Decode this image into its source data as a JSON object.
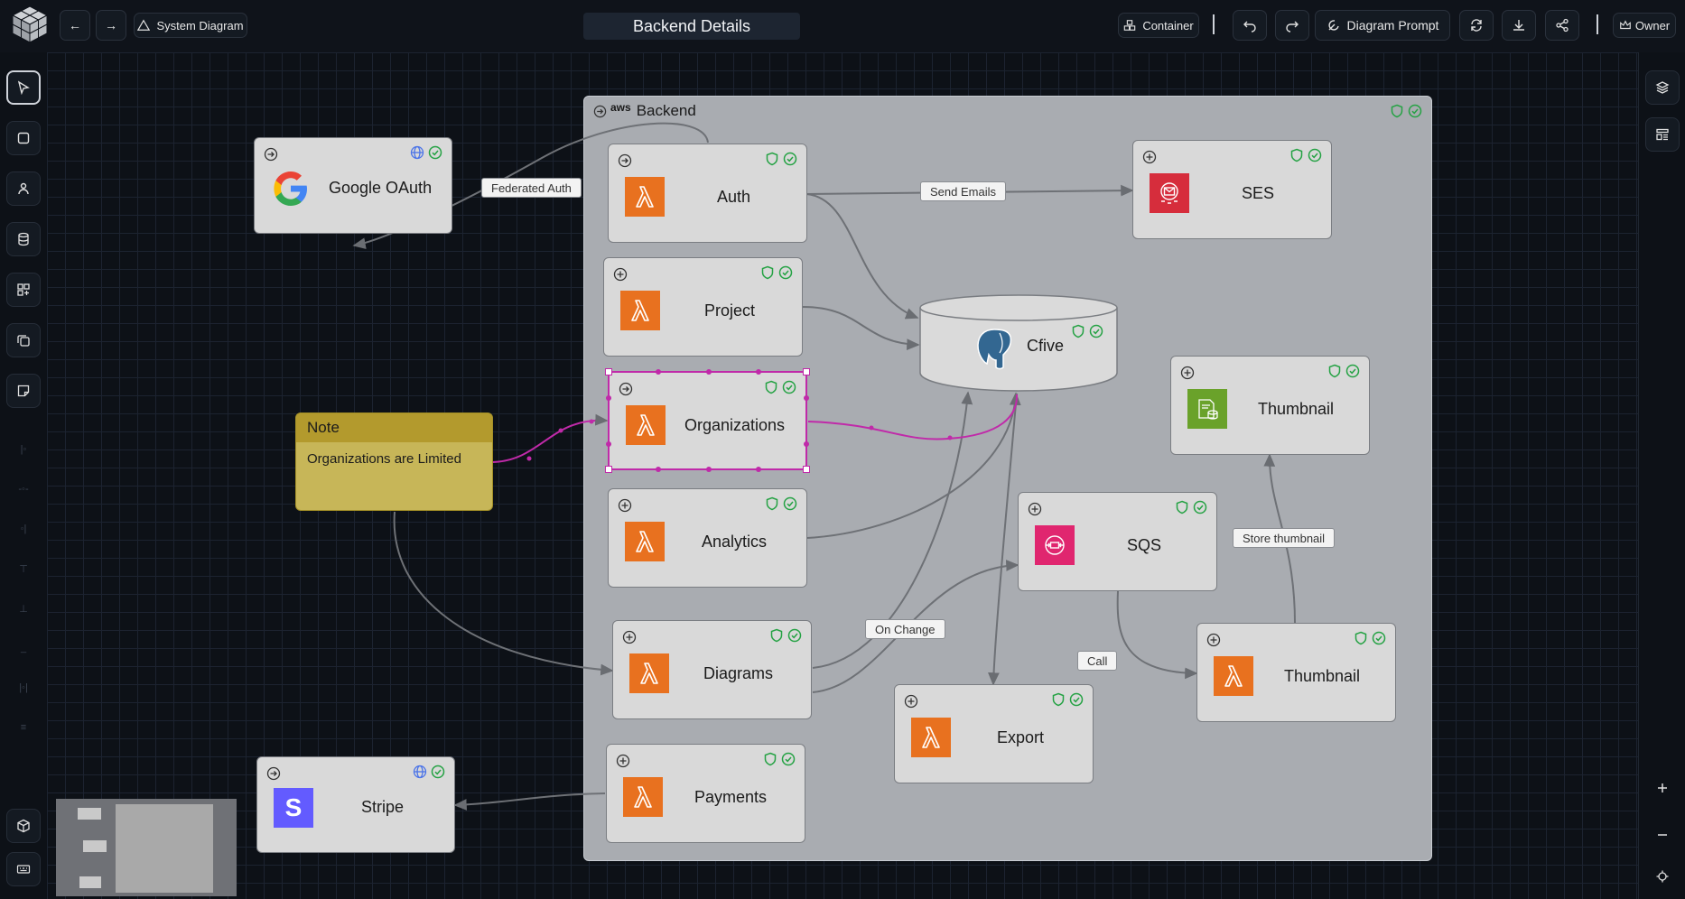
{
  "toolbar": {
    "back": "←",
    "forward": "→",
    "diagram_type": "System Diagram",
    "title": "Backend Details",
    "container": "Container",
    "diagram_prompt": "Diagram Prompt",
    "owner": "Owner"
  },
  "container": {
    "title": "Backend",
    "provider": "aws"
  },
  "nodes": {
    "google_oauth": "Google OAuth",
    "stripe": "Stripe",
    "auth": "Auth",
    "project": "Project",
    "organizations": "Organizations",
    "analytics": "Analytics",
    "diagrams": "Diagrams",
    "payments": "Payments",
    "ses": "SES",
    "cfive": "Cfive",
    "thumbnail_storage": "Thumbnail",
    "sqs": "SQS",
    "thumbnail_fn": "Thumbnail",
    "export": "Export"
  },
  "note": {
    "title": "Note",
    "text": "Organizations are Limited"
  },
  "edge_labels": {
    "federated": "Federated Auth",
    "send_emails": "Send Emails",
    "on_change": "On Change",
    "call": "Call",
    "store_thumbnail": "Store thumbnail"
  },
  "colors": {
    "lambda": "#e8711f",
    "ses": "#d62d3c",
    "sqs": "#e0266f",
    "s3": "#6aa22a",
    "stripe": "#635bff",
    "selection": "#c02aa9",
    "ok": "#25a244"
  },
  "icons": {
    "shield": "shield-check-icon",
    "check": "check-circle-icon",
    "globe": "globe-icon"
  }
}
